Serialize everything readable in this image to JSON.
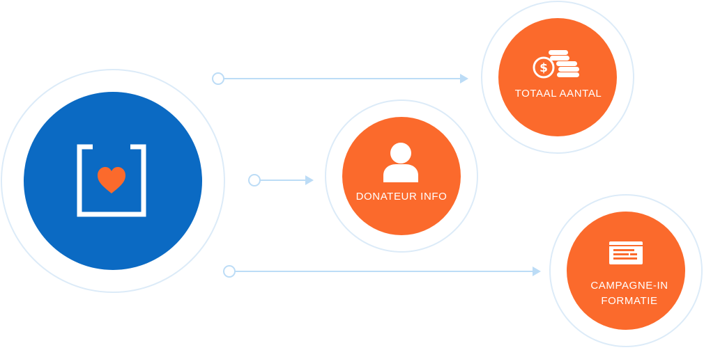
{
  "colors": {
    "hub_blue": "#0b6ac3",
    "node_orange": "#fb6a2c",
    "ring": "#dcebf8",
    "connector": "#bcdcf6",
    "heart": "#fb6a2c",
    "icon_white": "#ffffff"
  },
  "hub": {
    "icon": "donation-box-heart-icon"
  },
  "nodes": {
    "totaal": {
      "label": "TOTAAL AANTAL",
      "icon": "coins-dollar-icon"
    },
    "donateur": {
      "label": "DONATEUR INFO",
      "icon": "user-icon"
    },
    "campagne": {
      "label_line1": "CAMPAGNE-IN",
      "label_line2": "FORMATIE",
      "icon": "browser-window-icon"
    }
  }
}
